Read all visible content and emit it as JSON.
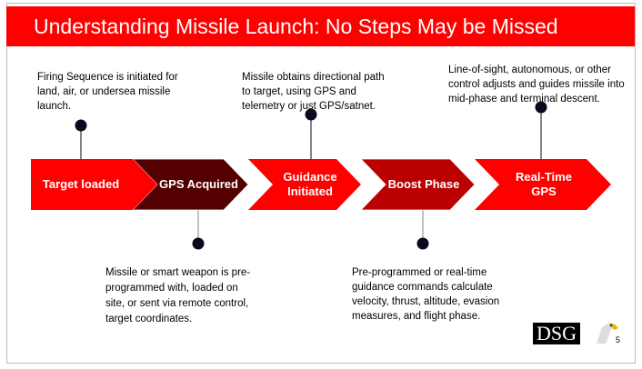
{
  "title": "Understanding Missile Launch: No Steps May be Missed",
  "steps": [
    {
      "label": "Target loaded",
      "color": "#ff0000"
    },
    {
      "label": "GPS Acquired",
      "color": "#550000"
    },
    {
      "label": "Guidance Initiated",
      "color": "#ff0000"
    },
    {
      "label": "Boost Phase",
      "color": "#bb0000"
    },
    {
      "label": "Real-Time GPS",
      "color": "#ff0000"
    }
  ],
  "notes": {
    "firing": "Firing Sequence is initiated for land, air, or undersea missile launch.",
    "gps": "Missile or smart weapon is pre-programmed with, loaded on site,  or sent via remote control, target coordinates.",
    "guidance": "Missile obtains directional path to target, using GPS and telemetry or just GPS/satnet.",
    "boost": "Pre-programmed or real-time guidance commands calculate velocity, thrust, altitude, evasion measures, and flight phase.",
    "realtime": "Line-of-sight, autonomous, or other control adjusts and guides missile into mid-phase and terminal descent."
  },
  "logo": "DSG",
  "page_number": "5"
}
